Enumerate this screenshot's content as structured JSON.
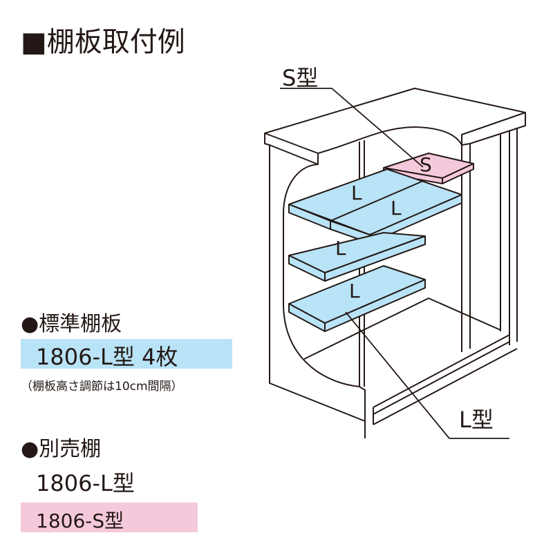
{
  "title": "■棚板取付例",
  "standard": {
    "heading": "●標準棚板",
    "item": "1806-L型 4枚",
    "note": "（棚板高さ調節は10cm間隔）"
  },
  "optional": {
    "heading": "●別売棚",
    "items": [
      "1806-L型",
      "1806-S型"
    ]
  },
  "diagram": {
    "s_label": "S型",
    "l_label": "L型",
    "shelf_s": "S",
    "shelf_l": "L"
  },
  "colors": {
    "blue": "#b9e3f6",
    "pink": "#f5c9dc",
    "ink": "#231815"
  }
}
